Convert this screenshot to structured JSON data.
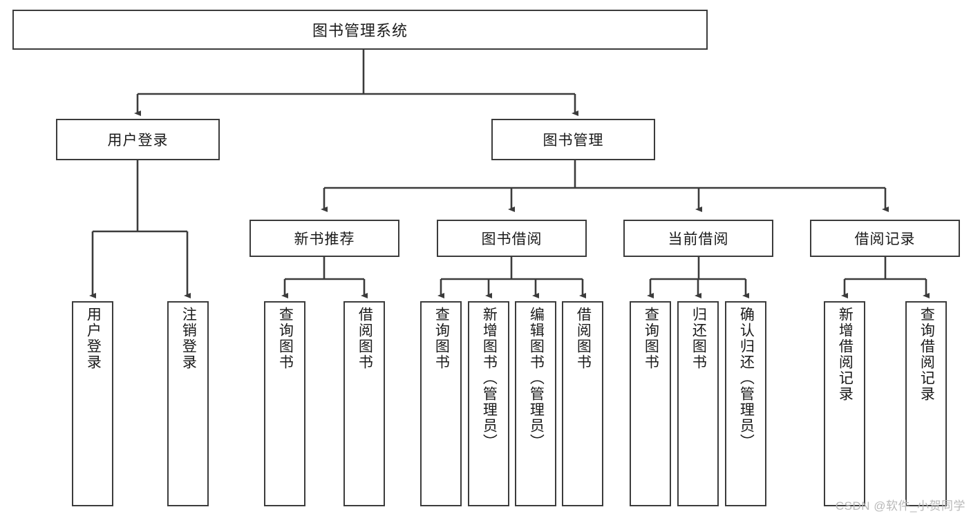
{
  "diagram": {
    "title": "图书管理系统",
    "type": "tree-hierarchy-diagram",
    "watermark": "CSDN @软件_小贺同学",
    "colors": {
      "border": "#3b3b3b",
      "background": "#ffffff",
      "text": "#1a1a1a",
      "edge": "#3b3b3b",
      "watermark": "#b9b9b9"
    },
    "root": {
      "label": "图书管理系统"
    },
    "level1": [
      {
        "label": "用户登录"
      },
      {
        "label": "图书管理"
      }
    ],
    "level2": [
      {
        "label": "新书推荐"
      },
      {
        "label": "图书借阅"
      },
      {
        "label": "当前借阅"
      },
      {
        "label": "借阅记录"
      }
    ],
    "leaves": {
      "user_login": [
        {
          "label": "用户登录"
        },
        {
          "label": "注销登录"
        }
      ],
      "new_book_recommend": [
        {
          "label": "查询图书"
        },
        {
          "label": "借阅图书"
        }
      ],
      "book_borrow": [
        {
          "label": "查询图书"
        },
        {
          "label": "新增图书（管理员）"
        },
        {
          "label": "编辑图书（管理员）"
        },
        {
          "label": "借阅图书"
        }
      ],
      "current_borrow": [
        {
          "label": "查询图书"
        },
        {
          "label": "归还图书"
        },
        {
          "label": "确认归还（管理员）"
        }
      ],
      "borrow_record": [
        {
          "label": "新增借阅记录"
        },
        {
          "label": "查询借阅记录"
        }
      ]
    }
  }
}
